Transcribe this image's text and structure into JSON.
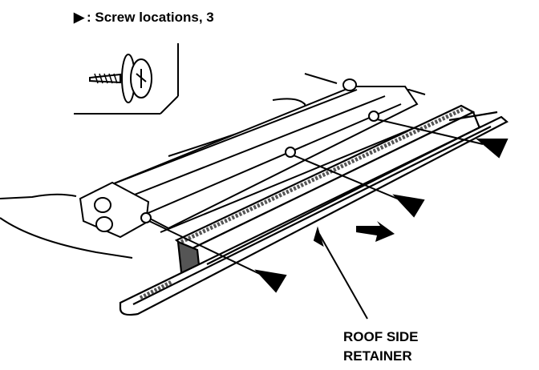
{
  "legend": {
    "marker": "▶",
    "text": ": Screw locations, 3"
  },
  "callout": {
    "line1": "ROOF SIDE",
    "line2": "RETAINER"
  },
  "colors": {
    "ink": "#000000",
    "paper": "#ffffff",
    "foam": "#555555"
  }
}
